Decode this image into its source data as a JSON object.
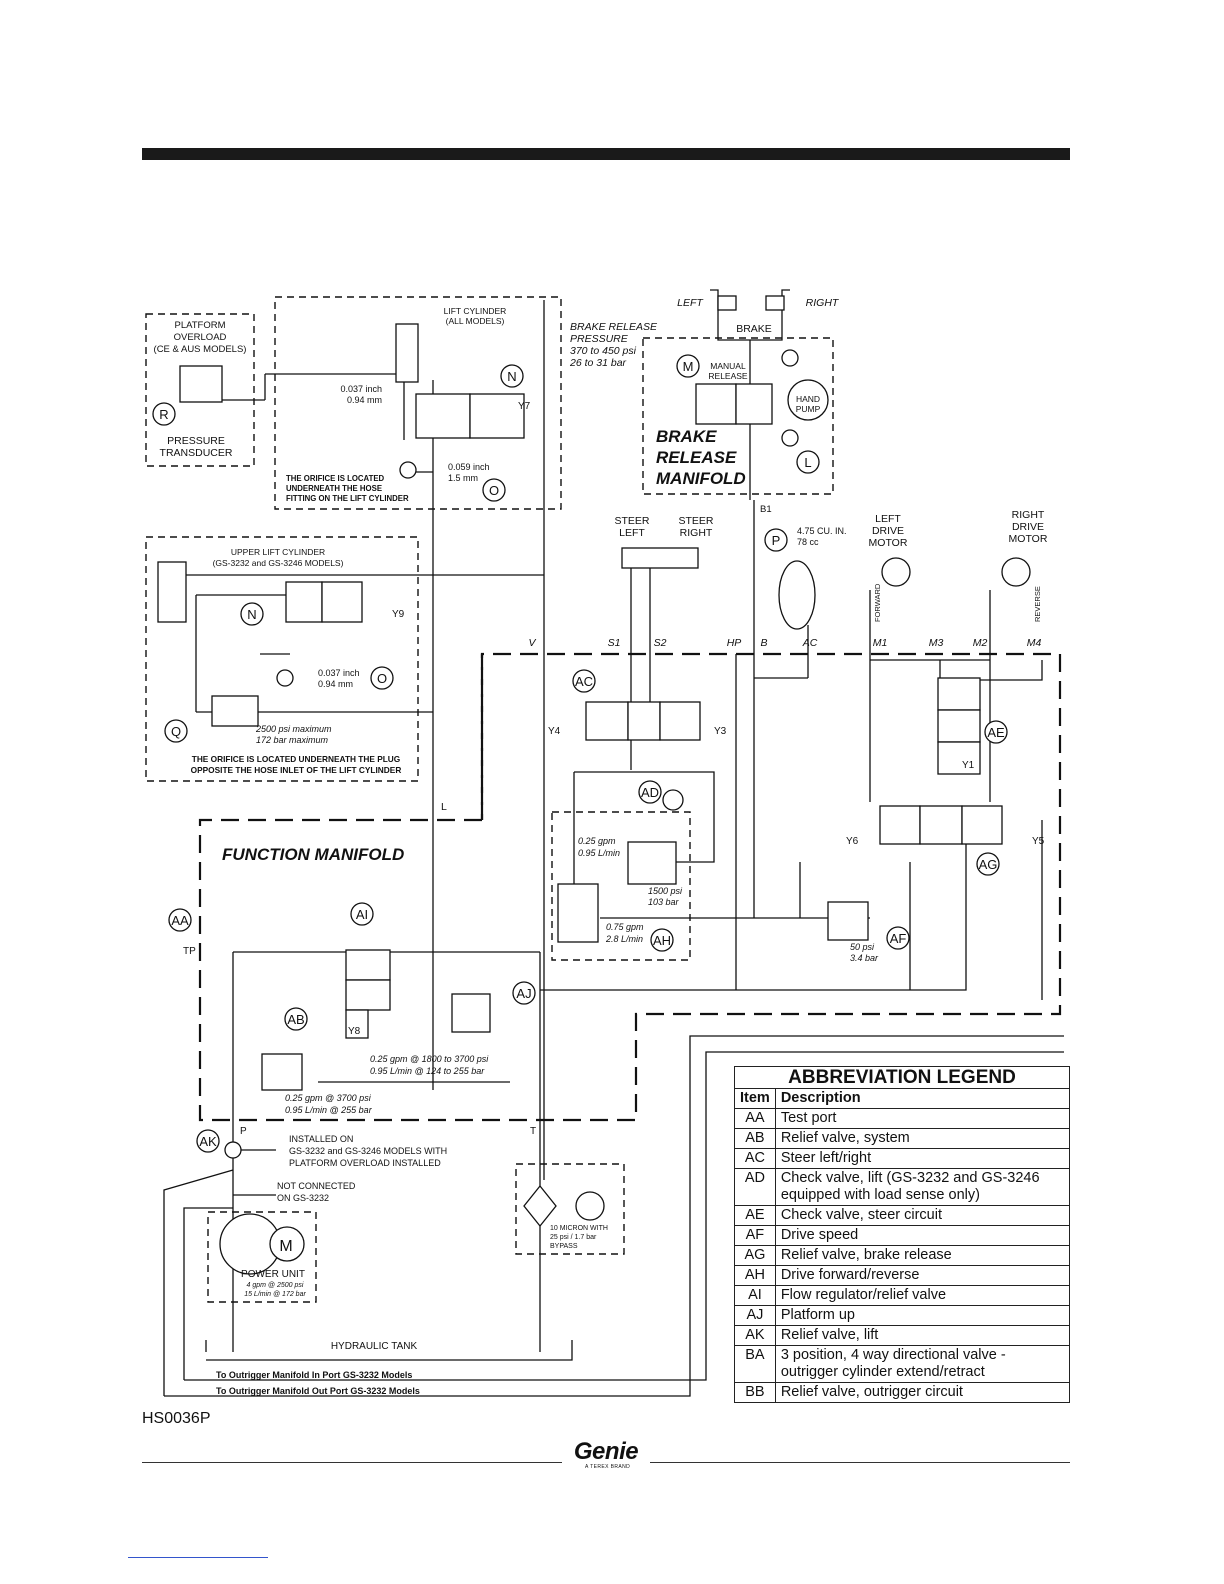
{
  "diagram": {
    "doc_code": "HS0036P",
    "logo_text": "Genie",
    "logo_sub": "A TEREX BRAND",
    "manifold_titles": {
      "brake": [
        "BRAKE",
        "RELEASE",
        "MANIFOLD"
      ],
      "function": "FUNCTION MANIFOLD"
    },
    "labels": {
      "platform_overload": [
        "PLATFORM",
        "OVERLOAD",
        "(CE & AUS MODELS)"
      ],
      "pressure_transducer": [
        "PRESSURE",
        "TRANSDUCER"
      ],
      "lift_cylinder": [
        "LIFT CYLINDER",
        "(ALL MODELS)"
      ],
      "orifice_1": [
        "0.037 inch",
        "0.94 mm"
      ],
      "orifice_2": [
        "0.059 inch",
        "1.5 mm"
      ],
      "orifice_note_1": [
        "THE ORIFICE IS LOCATED",
        "UNDERNEATH THE HOSE",
        "FITTING ON THE LIFT CYLINDER"
      ],
      "brake_release_pressure": [
        "BRAKE RELEASE",
        "PRESSURE",
        "370 to 450 psi",
        "26 to 31 bar"
      ],
      "left": "LEFT",
      "right": "RIGHT",
      "brake": "BRAKE",
      "manual_release": [
        "MANUAL",
        "RELEASE"
      ],
      "hand_pump": [
        "HAND",
        "PUMP"
      ],
      "b1": "B1",
      "upper_lift_cylinder": [
        "UPPER LIFT CYLINDER",
        "(GS-3232 and GS-3246 MODELS)"
      ],
      "orifice_3": [
        "0.037 inch",
        "0.94 mm"
      ],
      "relief_q": [
        "2500 psi maximum",
        "172 bar maximum"
      ],
      "orifice_note_2": [
        "THE ORIFICE IS LOCATED UNDERNEATH THE PLUG",
        "OPPOSITE THE HOSE INLET OF THE LIFT CYLINDER"
      ],
      "steer_left": [
        "STEER",
        "LEFT"
      ],
      "steer_right": [
        "STEER",
        "RIGHT"
      ],
      "accumulator": [
        "4.75 CU. IN.",
        "78 cc"
      ],
      "left_drive_motor": [
        "LEFT",
        "DRIVE",
        "MOTOR"
      ],
      "right_drive_motor": [
        "RIGHT",
        "DRIVE",
        "MOTOR"
      ],
      "forward": "FORWARD",
      "reverse": "REVERSE",
      "ports": [
        "V",
        "S1",
        "S2",
        "HP",
        "B",
        "AC",
        "M1",
        "M3",
        "M2",
        "M4"
      ],
      "port_l": "L",
      "flow_ad": [
        "0.25 gpm",
        "0.95 L/min"
      ],
      "relief_ad": [
        "1500 psi",
        "103 bar"
      ],
      "flow_ah": [
        "0.75 gpm",
        "2.8 L/min"
      ],
      "relief_af": [
        "50 psi",
        "3.4 bar"
      ],
      "tp": "TP",
      "flow_aj": [
        "0.25 gpm @ 1800 to 3700 psi",
        "0.95 L/min @ 124 to 255 bar"
      ],
      "flow_ab": [
        "0.25 gpm @ 3700 psi",
        "0.95 L/min @ 255 bar"
      ],
      "p": "P",
      "t": "T",
      "installed_on": [
        "INSTALLED ON",
        "GS-3232 and GS-3246 MODELS WITH",
        "PLATFORM OVERLOAD INSTALLED"
      ],
      "not_connected": [
        "NOT CONNECTED",
        "ON GS-3232"
      ],
      "power_unit": "POWER UNIT",
      "power_unit_spec": [
        "4 gpm @ 2500 psi",
        "15 L/min @ 172 bar"
      ],
      "filter": [
        "10 MICRON WITH",
        "25 psi / 1.7 bar",
        "BYPASS"
      ],
      "hydraulic_tank": "HYDRAULIC TANK",
      "outrigger_in": "To Outrigger Manifold In Port GS-3232 Models",
      "outrigger_out": "To Outrigger Manifold Out Port GS-3232 Models",
      "motor_m": "M"
    },
    "coils": [
      "Y7",
      "Y9",
      "Y4",
      "Y3",
      "Y1",
      "Y6",
      "Y5",
      "Y8"
    ],
    "callouts": [
      "N",
      "O",
      "R",
      "M",
      "L",
      "P",
      "N",
      "O",
      "Q",
      "AC",
      "AE",
      "AD",
      "AG",
      "AH",
      "AF",
      "AA",
      "AI",
      "AJ",
      "AB",
      "AK"
    ]
  },
  "legend": {
    "title": "ABBREVIATION LEGEND",
    "col_item": "Item",
    "col_desc": "Description",
    "rows": [
      {
        "item": "AA",
        "desc": "Test port"
      },
      {
        "item": "AB",
        "desc": "Relief valve, system"
      },
      {
        "item": "AC",
        "desc": "Steer left/right"
      },
      {
        "item": "AD",
        "desc": "Check valve, lift (GS-3232 and GS-3246 equipped with load sense only)"
      },
      {
        "item": "AE",
        "desc": "Check valve, steer circuit"
      },
      {
        "item": "AF",
        "desc": "Drive speed"
      },
      {
        "item": "AG",
        "desc": "Relief valve, brake release"
      },
      {
        "item": "AH",
        "desc": "Drive forward/reverse"
      },
      {
        "item": "AI",
        "desc": "Flow regulator/relief valve"
      },
      {
        "item": "AJ",
        "desc": "Platform up"
      },
      {
        "item": "AK",
        "desc": "Relief valve, lift"
      },
      {
        "item": "BA",
        "desc": "3 position, 4 way directional valve - outrigger cylinder extend/retract"
      },
      {
        "item": "BB",
        "desc": "Relief valve, outrigger circuit"
      }
    ]
  }
}
